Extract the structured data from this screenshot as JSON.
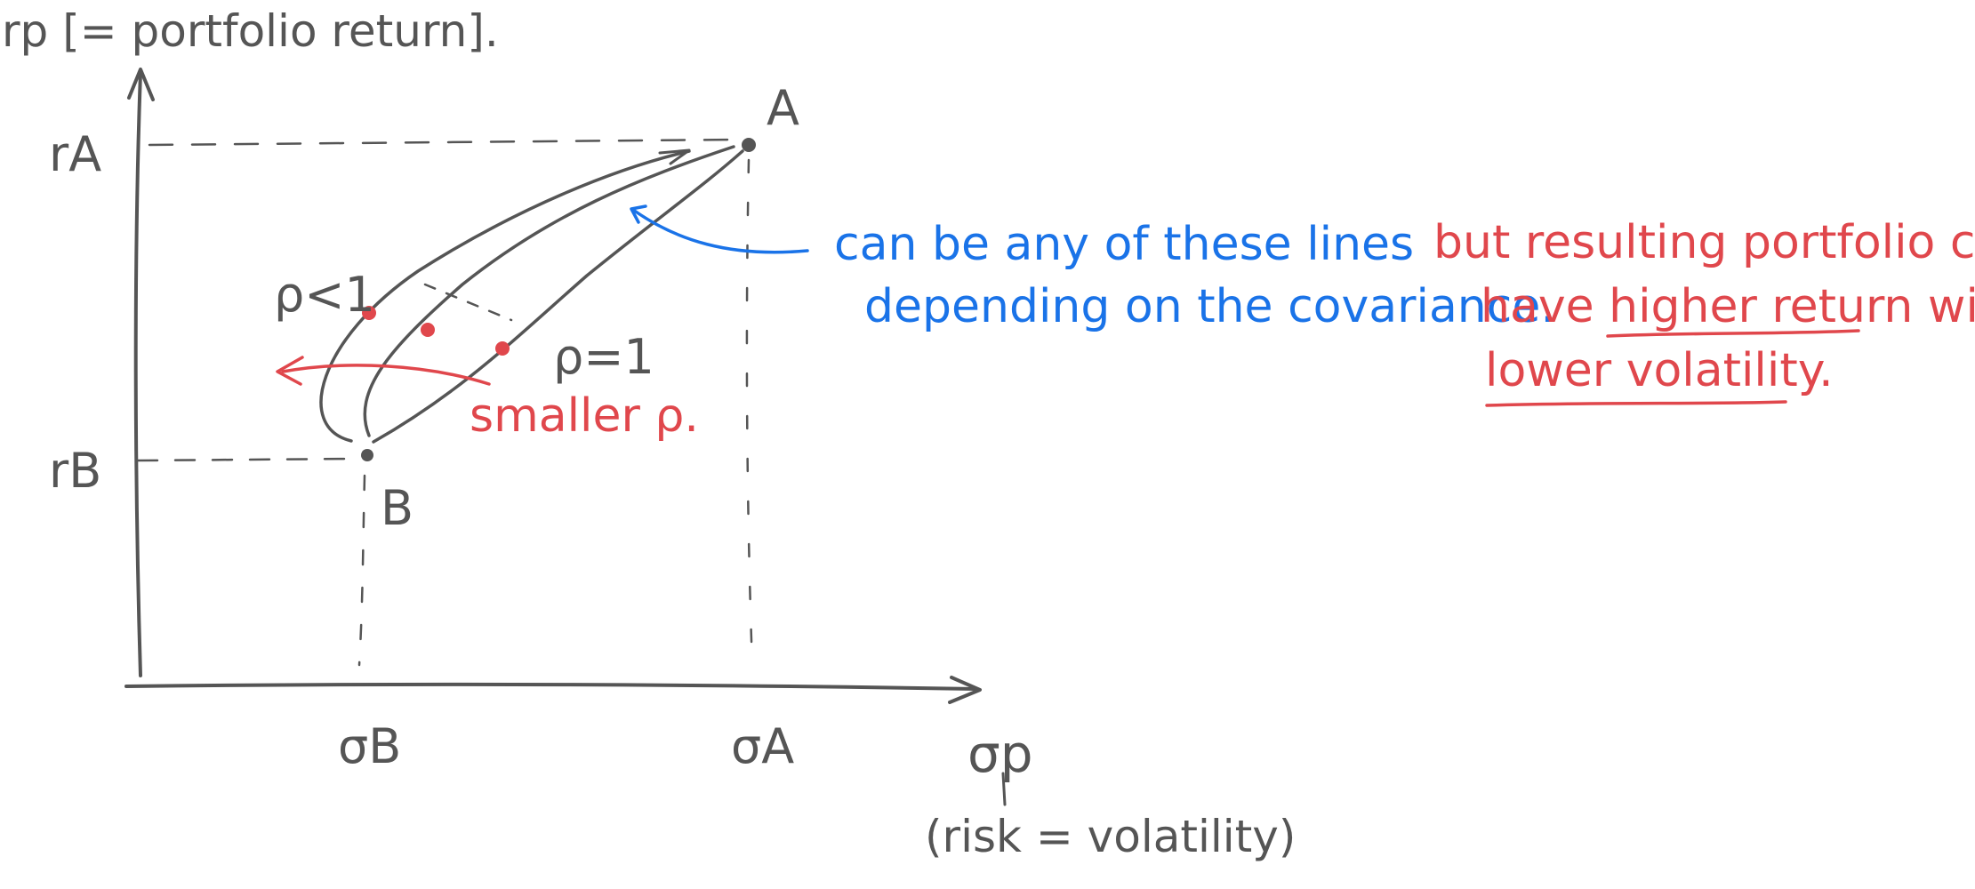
{
  "axes": {
    "y_label": "rp [= portfolio return].",
    "x_label_symbol": "σp",
    "x_label_note": "(risk = volatility)"
  },
  "ticks": {
    "r_A": "rA",
    "r_B": "rB",
    "sigma_B": "σB",
    "sigma_A": "σA"
  },
  "points": {
    "A": "A",
    "B": "B"
  },
  "curve_labels": {
    "rho_less_1": "ρ<1",
    "rho_eq_1": "ρ=1",
    "smaller_rho": "smaller ρ."
  },
  "annotations": {
    "blue_line1": "can be any of these lines",
    "blue_line2": "depending on the covariance.",
    "red_line1": "but resulting portfolio can",
    "red_line2_a": "have ",
    "red_line2_b": "higher return",
    "red_line2_c": " with",
    "red_line3": "lower volatility."
  },
  "colors": {
    "ink": "#555555",
    "blue": "#1a73e8",
    "red": "#e0474c"
  }
}
